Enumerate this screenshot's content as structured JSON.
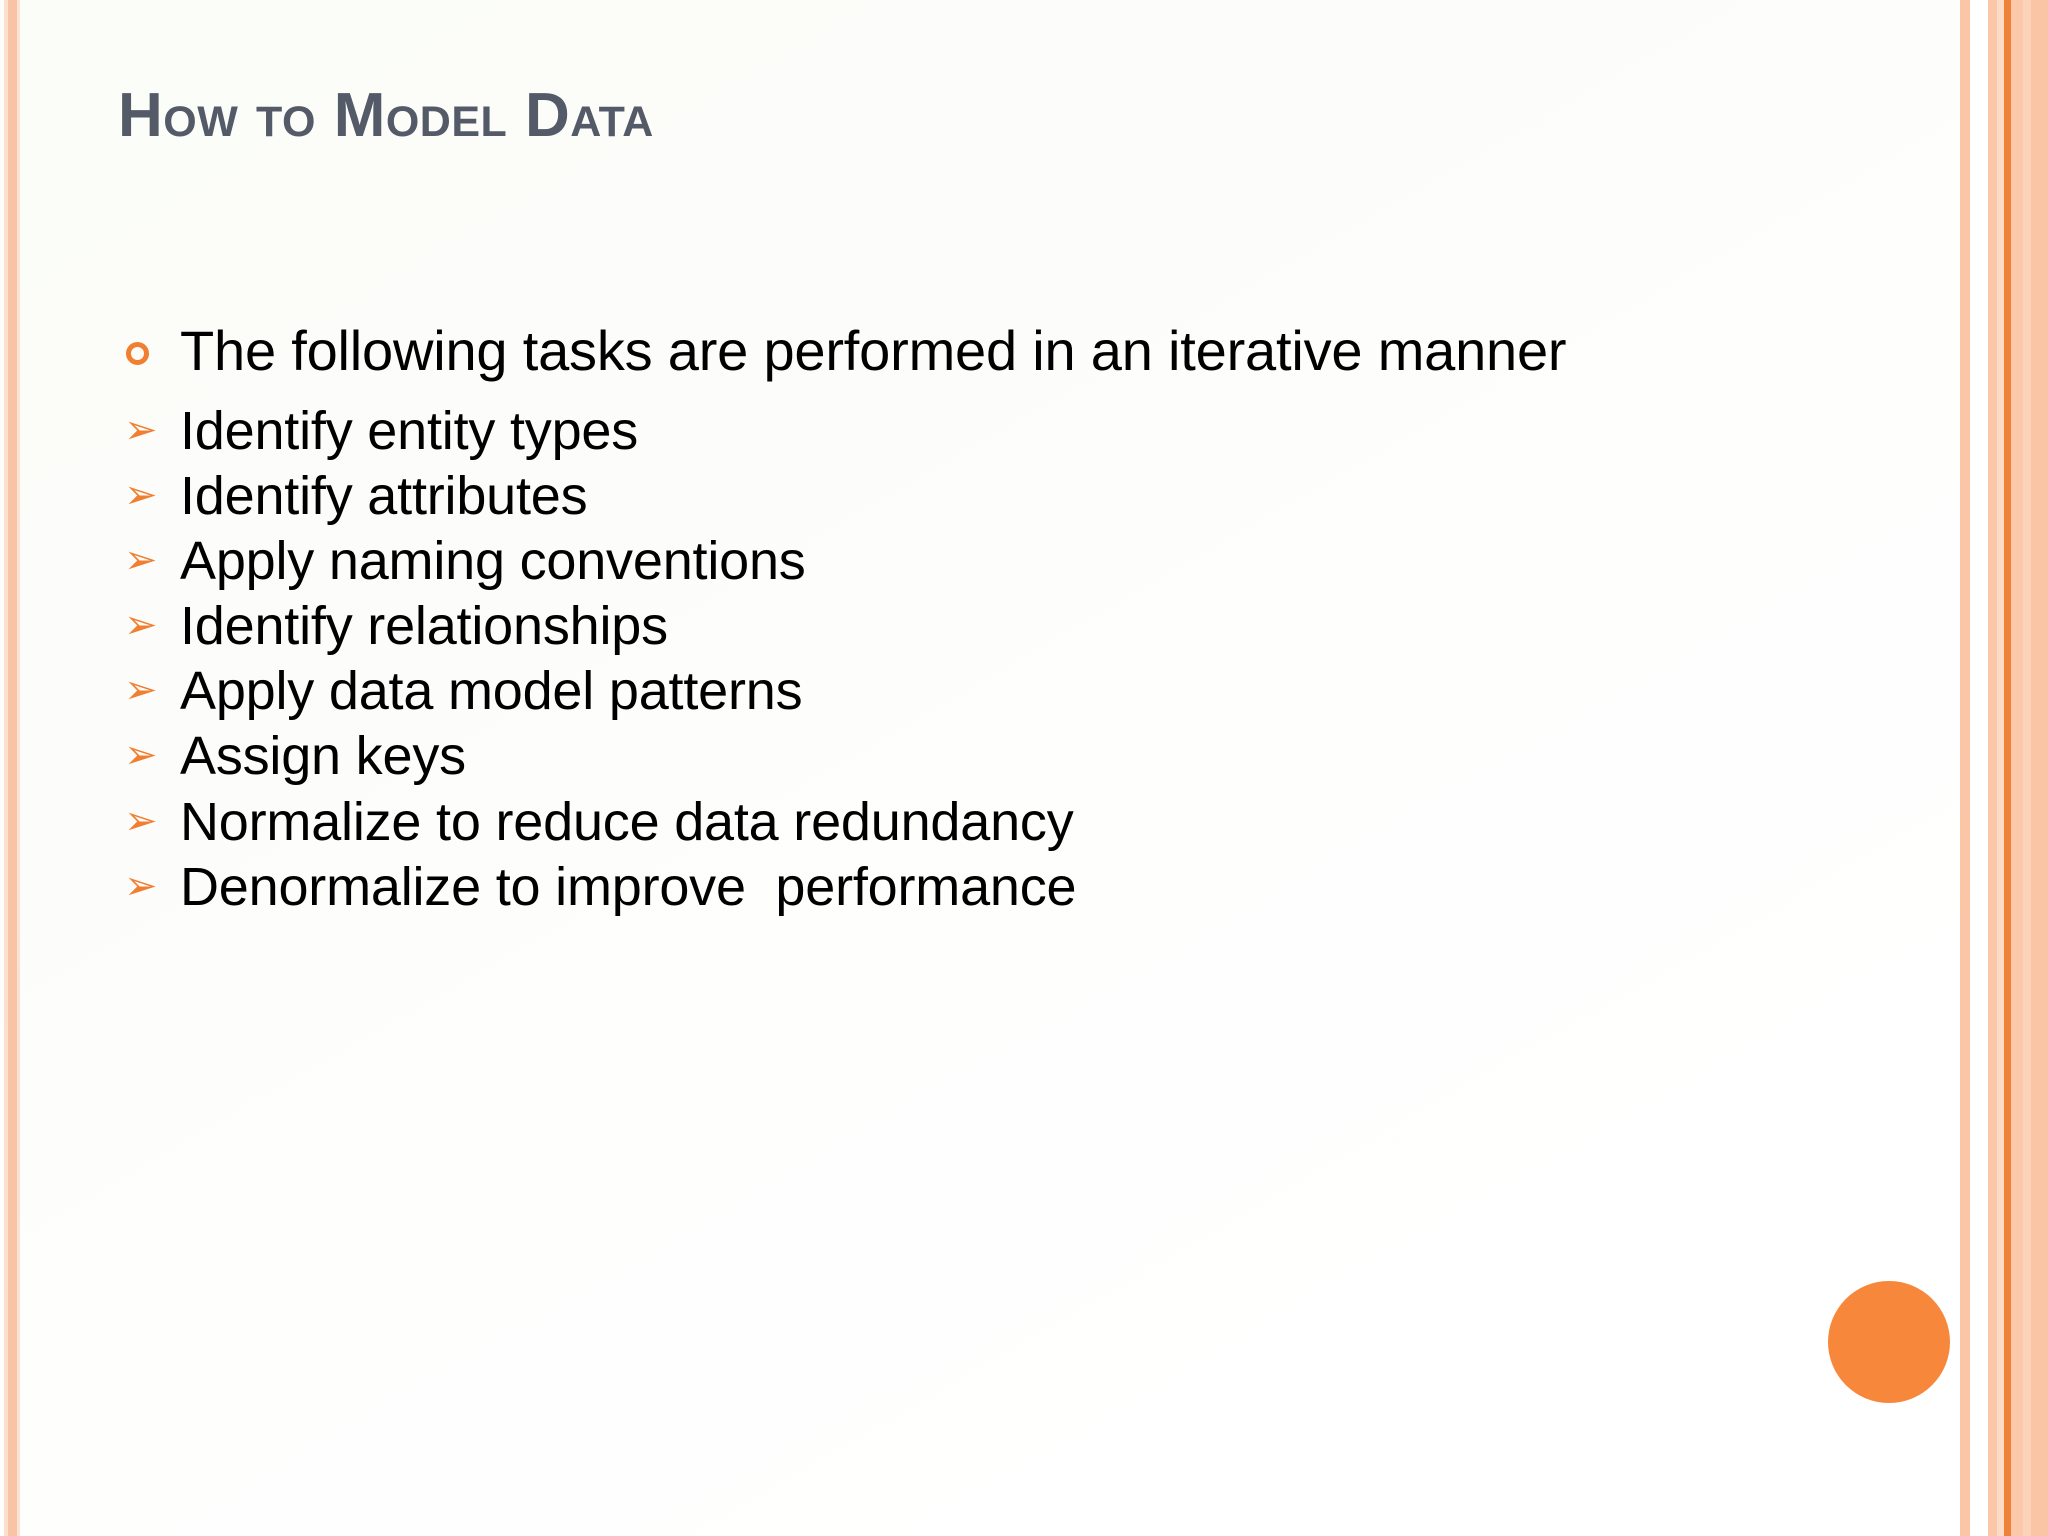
{
  "slide": {
    "title": "How to Model Data",
    "background_color": "#fbfdf8",
    "title_color": "#545a68",
    "accent_color": "#f07f32",
    "body_text_color": "#000000",
    "bullets": [
      {
        "marker": "hollow-circle",
        "level": 1,
        "text": "The following tasks are performed in an iterative manner"
      },
      {
        "marker": "arrowhead",
        "level": 2,
        "text": "Identify entity types"
      },
      {
        "marker": "arrowhead",
        "level": 2,
        "text": "Identify attributes"
      },
      {
        "marker": "arrowhead",
        "level": 2,
        "text": "Apply naming conventions"
      },
      {
        "marker": "arrowhead",
        "level": 2,
        "text": "Identify relationships"
      },
      {
        "marker": "arrowhead",
        "level": 2,
        "text": "Apply data model patterns"
      },
      {
        "marker": "arrowhead",
        "level": 2,
        "text": "Assign keys"
      },
      {
        "marker": "arrowhead",
        "level": 2,
        "text": "Normalize to reduce data redundancy"
      },
      {
        "marker": "arrowhead",
        "level": 2,
        "text": "Denormalize to improve  performance"
      }
    ],
    "decorations": {
      "corner_circle_color": "#f7873b",
      "left_border_colors": [
        "#fae0cf",
        "#f9c3a5",
        "#fbe2d2"
      ],
      "right_border_colors": [
        "#fbc6a7",
        "#ffffff",
        "#fbc7a8",
        "#fcdcc7",
        "#f0813a",
        "#fbc8aa",
        "#fcd2ba",
        "#fac5a5"
      ]
    },
    "arrow_glyph": "➢"
  }
}
